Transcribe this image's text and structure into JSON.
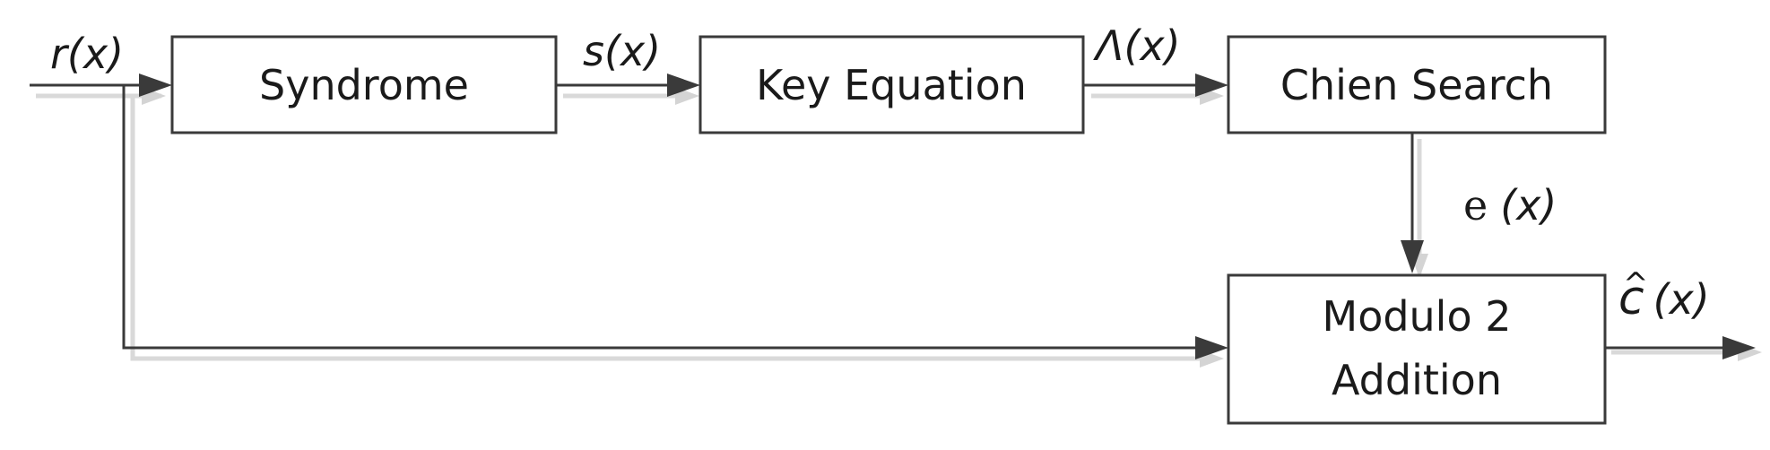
{
  "diagram": {
    "blocks": {
      "syndrome": "Syndrome",
      "key_equation": "Key Equation",
      "chien_search": "Chien Search",
      "modulo_line1": "Modulo 2",
      "modulo_line2": "Addition"
    },
    "signals": {
      "input": "r(x)",
      "syndrome_out": "s(x)",
      "key_equation_out": "Λ(x)",
      "chien_out_e": "e",
      "chien_out_x": "(x)",
      "output_c": "c",
      "output_hat": "^",
      "output_x": "(x)"
    },
    "colors": {
      "line": "#3a3a3a",
      "shadow": "#d9d9d9",
      "box_fill": "#ffffff",
      "text": "#1a1a1a"
    }
  }
}
